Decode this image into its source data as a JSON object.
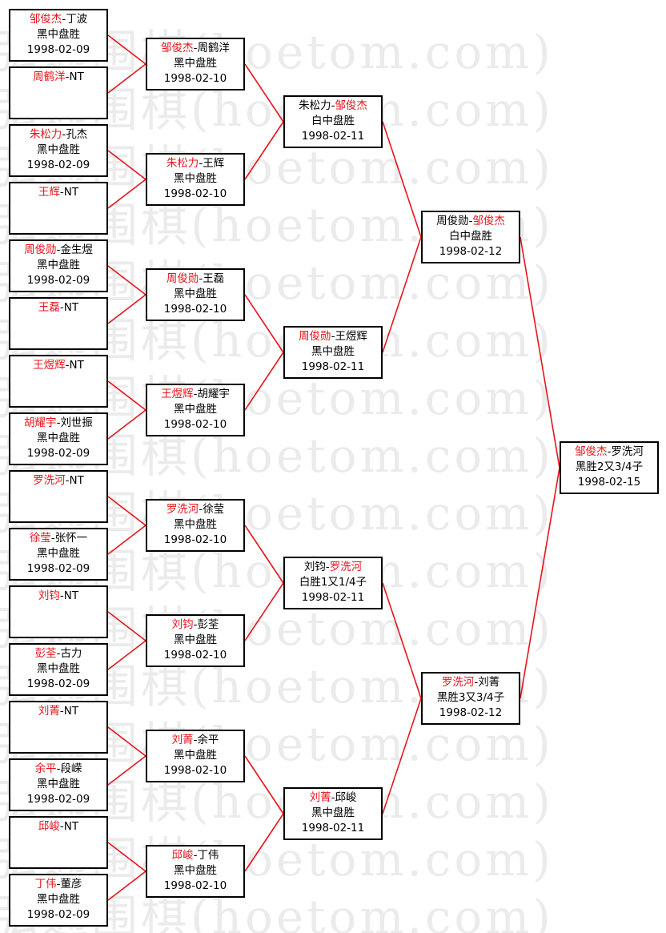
{
  "watermark": "弘通围棋(hoetom.com)",
  "colors": {
    "winner": "#e8141b",
    "line": "#e8141b",
    "border": "#000000",
    "watermark": "#ebebeb"
  },
  "bracket": {
    "round1": [
      {
        "p1": "邹俊杰",
        "p2": "丁波",
        "winner": 1,
        "result": "黑中盘胜",
        "date": "1998-02-09"
      },
      {
        "p1": "周鹤洋",
        "p2": "NT",
        "winner": 1,
        "result": "",
        "date": ""
      },
      {
        "p1": "朱松力",
        "p2": "孔杰",
        "winner": 1,
        "result": "黑中盘胜",
        "date": "1998-02-09"
      },
      {
        "p1": "王辉",
        "p2": "NT",
        "winner": 1,
        "result": "",
        "date": ""
      },
      {
        "p1": "周俊勋",
        "p2": "金生煜",
        "winner": 1,
        "result": "黑中盘胜",
        "date": "1998-02-09"
      },
      {
        "p1": "王磊",
        "p2": "NT",
        "winner": 1,
        "result": "",
        "date": ""
      },
      {
        "p1": "王煜辉",
        "p2": "NT",
        "winner": 1,
        "result": "",
        "date": ""
      },
      {
        "p1": "胡耀宇",
        "p2": "刘世振",
        "winner": 1,
        "result": "黑中盘胜",
        "date": "1998-02-09"
      },
      {
        "p1": "罗洗河",
        "p2": "NT",
        "winner": 1,
        "result": "",
        "date": ""
      },
      {
        "p1": "徐莹",
        "p2": "张怀一",
        "winner": 1,
        "result": "黑中盘胜",
        "date": "1998-02-09"
      },
      {
        "p1": "刘钧",
        "p2": "NT",
        "winner": 1,
        "result": "",
        "date": ""
      },
      {
        "p1": "彭荃",
        "p2": "古力",
        "winner": 1,
        "result": "黑中盘胜",
        "date": "1998-02-09"
      },
      {
        "p1": "刘菁",
        "p2": "NT",
        "winner": 1,
        "result": "",
        "date": ""
      },
      {
        "p1": "余平",
        "p2": "段嵘",
        "winner": 1,
        "result": "黑中盘胜",
        "date": "1998-02-09"
      },
      {
        "p1": "邱峻",
        "p2": "NT",
        "winner": 1,
        "result": "",
        "date": ""
      },
      {
        "p1": "丁伟",
        "p2": "董彦",
        "winner": 1,
        "result": "黑中盘胜",
        "date": "1998-02-09"
      }
    ],
    "round2": [
      {
        "p1": "邹俊杰",
        "p2": "周鹤洋",
        "winner": 1,
        "result": "黑中盘胜",
        "date": "1998-02-10"
      },
      {
        "p1": "朱松力",
        "p2": "王辉",
        "winner": 1,
        "result": "黑中盘胜",
        "date": "1998-02-10"
      },
      {
        "p1": "周俊勋",
        "p2": "王磊",
        "winner": 1,
        "result": "黑中盘胜",
        "date": "1998-02-10"
      },
      {
        "p1": "王煜辉",
        "p2": "胡耀宇",
        "winner": 1,
        "result": "黑中盘胜",
        "date": "1998-02-10"
      },
      {
        "p1": "罗洗河",
        "p2": "徐莹",
        "winner": 1,
        "result": "黑中盘胜",
        "date": "1998-02-10"
      },
      {
        "p1": "刘钧",
        "p2": "彭荃",
        "winner": 1,
        "result": "黑中盘胜",
        "date": "1998-02-10"
      },
      {
        "p1": "刘菁",
        "p2": "余平",
        "winner": 1,
        "result": "黑中盘胜",
        "date": "1998-02-10"
      },
      {
        "p1": "邱峻",
        "p2": "丁伟",
        "winner": 1,
        "result": "黑中盘胜",
        "date": "1998-02-10"
      }
    ],
    "round3": [
      {
        "p1": "朱松力",
        "p2": "邹俊杰",
        "winner": 2,
        "result": "白中盘胜",
        "date": "1998-02-11"
      },
      {
        "p1": "周俊勋",
        "p2": "王煜辉",
        "winner": 1,
        "result": "黑中盘胜",
        "date": "1998-02-11"
      },
      {
        "p1": "刘钧",
        "p2": "罗洗河",
        "winner": 2,
        "result": "白胜1又1/4子",
        "date": "1998-02-11"
      },
      {
        "p1": "刘菁",
        "p2": "邱峻",
        "winner": 1,
        "result": "黑中盘胜",
        "date": "1998-02-11"
      }
    ],
    "round4": [
      {
        "p1": "周俊勋",
        "p2": "邹俊杰",
        "winner": 2,
        "result": "白中盘胜",
        "date": "1998-02-12"
      },
      {
        "p1": "罗洗河",
        "p2": "刘菁",
        "winner": 1,
        "result": "黑胜3又3/4子",
        "date": "1998-02-12"
      }
    ],
    "final": [
      {
        "p1": "邹俊杰",
        "p2": "罗洗河",
        "winner": 1,
        "result": "黑胜2又3/4子",
        "date": "1998-02-15"
      }
    ]
  }
}
